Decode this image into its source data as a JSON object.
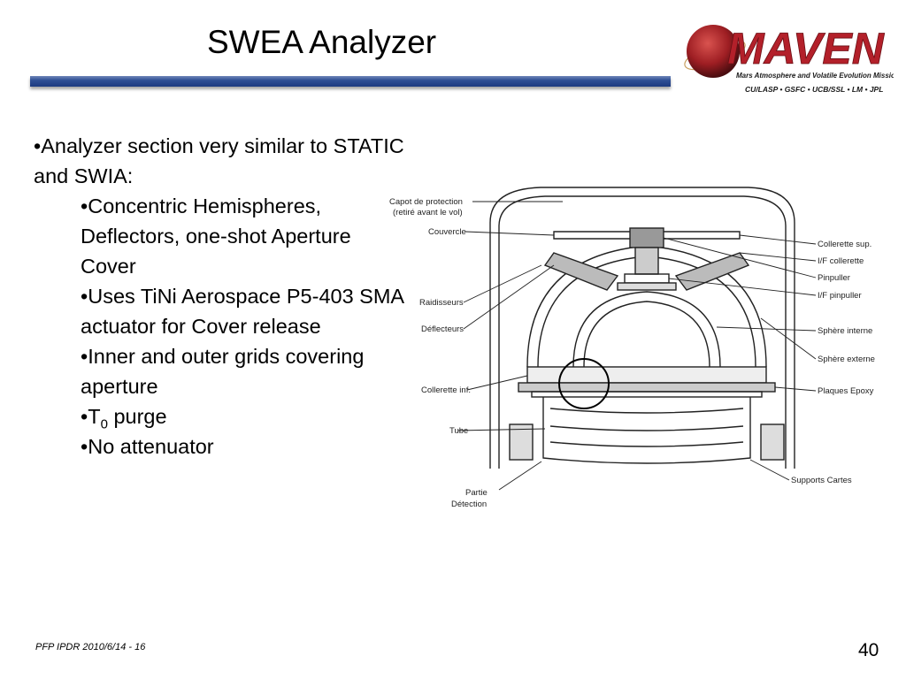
{
  "slide": {
    "title": "SWEA Analyzer",
    "footer": "PFP IPDR 2010/6/14 - 16",
    "page_number": "40"
  },
  "logo": {
    "name": "MAVEN",
    "subtitle": "Mars Atmosphere and Volatile Evolution Mission",
    "partners": "CU/LASP • GSFC • UCB/SSL • LM • JPL",
    "colors": {
      "wordmark": "#b3202a",
      "planet": "#9e1e23",
      "text": "#1a1a1a"
    }
  },
  "bullets": [
    {
      "text": "•Analyzer section very similar to STATIC and SWIA:"
    },
    {
      "text": "•Concentric Hemispheres, Deflectors,  one-shot Aperture Cover"
    },
    {
      "text": "•Uses TiNi Aerospace P5-403 SMA actuator for Cover release"
    },
    {
      "text": "•Inner and outer grids covering aperture"
    },
    {
      "prefix": "•T",
      "sub": "0",
      "suffix": " purge"
    },
    {
      "text": "•No attenuator"
    }
  ],
  "diagram": {
    "labels_left": [
      {
        "text": "Capot de protection"
      },
      {
        "text": "(retiré avant le vol)"
      },
      {
        "text": "Couvercle"
      },
      {
        "text": "Raidisseurs"
      },
      {
        "text": "Déflecteurs"
      },
      {
        "text": "Collerette inf."
      },
      {
        "text": "Tube"
      },
      {
        "text": "Partie"
      },
      {
        "text": "Détection"
      }
    ],
    "labels_right": [
      {
        "text": "Collerette sup."
      },
      {
        "text": "I/F collerette"
      },
      {
        "text": "Pinpuller"
      },
      {
        "text": "I/F pinpuller"
      },
      {
        "text": "Sphère interne"
      },
      {
        "text": "Sphère externe"
      },
      {
        "text": "Plaques Epoxy"
      },
      {
        "text": "Supports Cartes"
      }
    ]
  }
}
